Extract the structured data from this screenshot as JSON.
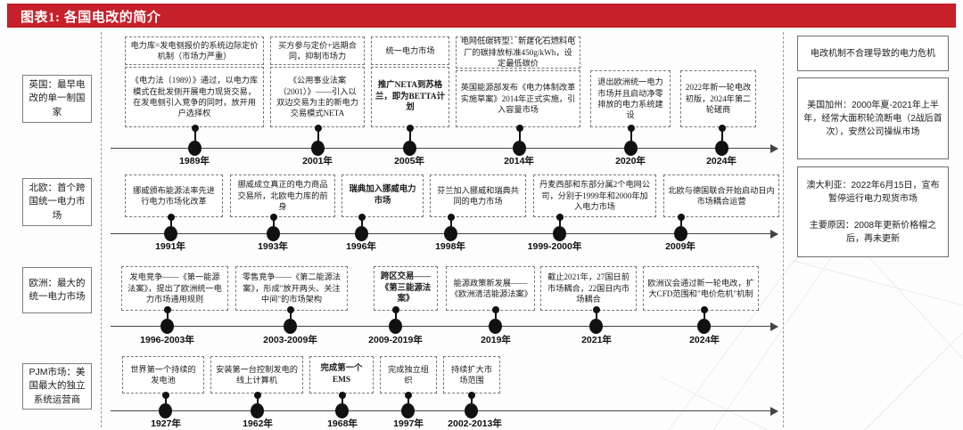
{
  "title": "图表1: 各国电改的简介",
  "accent_color": "#c8202a",
  "categories": [
    {
      "id": "uk",
      "label": "英国：最早电改的单一制国家"
    },
    {
      "id": "nordic",
      "label": "北欧：首个跨国统一电力市场"
    },
    {
      "id": "europe",
      "label": "欧洲：最大的统一电力市场"
    },
    {
      "id": "pjm",
      "label": "PJM市场：美国最大的独立系统运营商"
    }
  ],
  "rows": [
    {
      "id": "uk",
      "nodes": [
        {
          "year": "1989年",
          "top_card": "电力库=发电侧报价的系统边际定价机制（市场力严重）",
          "bottom_card": "《电力法（1989）》通过，以电力库模式在批发侧开展电力现货交易，在发电侧引入竞争的同时，放开用户选择权"
        },
        {
          "year": "2001年",
          "top_card": "买方参与定价+远期合同，抑制市场力",
          "bottom_card": "《公用事业法案（2001）》——引入以双边交易为主的新电力交易模式NETA"
        },
        {
          "year": "2005年",
          "top_card": "统一电力市场",
          "bottom_card": "推广NETA到苏格兰，即为BETTA计划",
          "bottom_bold": true
        },
        {
          "year": "2014年",
          "top_card": "电网低碳转型：新建化石燃料电厂的碳排放标准450g/kWh，设定最低碳价",
          "bottom_card": "英国能源部发布《电力体制改革实施草案》2014年正式实施，引入容量市场"
        },
        {
          "year": "2020年",
          "top_card": "",
          "bottom_card": "退出欧洲统一电力市场并且启动净零排放的电力系统建设"
        },
        {
          "year": "2024年",
          "top_card": "",
          "bottom_card": "2022年新一轮电改初版，2024年第二轮磋商"
        }
      ]
    },
    {
      "id": "nordic",
      "nodes": [
        {
          "year": "1991年",
          "bottom_card": "挪威颁布能源法率先进行电力市场化改革"
        },
        {
          "year": "1993年",
          "bottom_card": "挪威成立真正的电力商品交易所，北欧电力库的前身"
        },
        {
          "year": "1996年",
          "bottom_card": "瑞典加入挪威电力市场",
          "bottom_bold": true
        },
        {
          "year": "1998年",
          "bottom_card": "芬兰加入挪威和瑞典共同的电力市场"
        },
        {
          "year": "1999-2000年",
          "bottom_card": "丹麦西部和东部分属2个电网公司，分别于1999年和2000年加入电力市场"
        },
        {
          "year": "2009年",
          "bottom_card": "北欧与德国联合开始启动日内市场耦合运营"
        }
      ]
    },
    {
      "id": "europe",
      "nodes": [
        {
          "year": "1996-2003年",
          "bottom_card": "发电竞争——《第一能源法案》，提出了欧洲统一电力市场通用规则"
        },
        {
          "year": "2003-2009年",
          "bottom_card": "零售竞争——《第二能源法案》，形成\"放开两头、关注中间\"的市场架构"
        },
        {
          "year": "2009-2019年",
          "bottom_card": "跨区交易——《第三能源法案》",
          "bottom_bold": true
        },
        {
          "year": "2019年",
          "bottom_card": "能源政策新发展——《欧洲清洁能源法案》"
        },
        {
          "year": "2021年",
          "bottom_card": "截止2021年，27国日前市场耦合，22国日内市场耦合"
        },
        {
          "year": "2024年",
          "bottom_card": "欧洲议会通过新一轮电改，扩大CFD范围和\"电价危机\"机制"
        }
      ]
    },
    {
      "id": "pjm",
      "nodes": [
        {
          "year": "1927年",
          "bottom_card": "世界第一个持续的发电池"
        },
        {
          "year": "1962年",
          "bottom_card": "安装第一台控制发电的线上计算机"
        },
        {
          "year": "1968年",
          "bottom_card": "完成第一个EMS",
          "bottom_bold": true
        },
        {
          "year": "1997年",
          "bottom_card": "完成独立组织"
        },
        {
          "year": "2002-2013年",
          "bottom_card": "持续扩大市场范围"
        }
      ]
    }
  ],
  "side_boxes": [
    {
      "id": "crisis-title",
      "text": "电改机制不合理导致的电力危机"
    },
    {
      "id": "california",
      "text": "美国加州：2000年夏-2021年上半年，经常大面积轮流断电（2战后首次），安然公司操纵市场"
    },
    {
      "id": "australia",
      "text": "澳大利亚：2022年6月15日，宣布暂停运行电力现货市场\n\n主要原因：2008年更新价格帽之后，再未更新"
    }
  ]
}
